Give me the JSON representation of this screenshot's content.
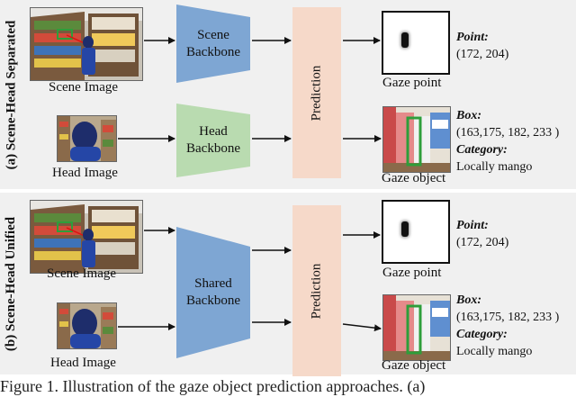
{
  "panels": [
    {
      "side_label": "(a) Scene-Head Separated",
      "scene_label": "Scene Image",
      "head_label": "Head Image",
      "backbones": [
        "Scene\nBackbone",
        "Head\nBackbone"
      ],
      "prediction_label": "Prediction",
      "gaze_point_label": "Gaze point",
      "gaze_object_label": "Gaze object",
      "point_key": "Point:",
      "point_value": "(172, 204)",
      "box_key": "Box:",
      "box_value": "(163,175, 182, 233 )",
      "category_key": "Category:",
      "category_value": "Locally mango"
    },
    {
      "side_label": "(b) Scene-Head Unified",
      "scene_label": "Scene  Image",
      "head_label": "Head  Image",
      "backbones": [
        "Shared\nBackbone"
      ],
      "prediction_label": "Prediction",
      "gaze_point_label": "Gaze point",
      "gaze_object_label": "Gaze object",
      "point_key": "Point:",
      "point_value": "(172, 204)",
      "box_key": "Box:",
      "box_value": "(163,175, 182, 233 )",
      "category_key": "Category:",
      "category_value": "Locally mango"
    }
  ],
  "caption": "Figure 1. Illustration of the gaze object prediction approaches. (a)",
  "colors": {
    "scene_backbone": "#7ea6d3",
    "head_backbone": "#b9dbb0",
    "prediction": "#f6d9c9",
    "gaze_object_box": "#2e9e3a"
  },
  "icons": {
    "scene_image": "store-shelf-photo",
    "head_image": "person-head-photo",
    "gaze_object": "product-shelf-photo"
  }
}
